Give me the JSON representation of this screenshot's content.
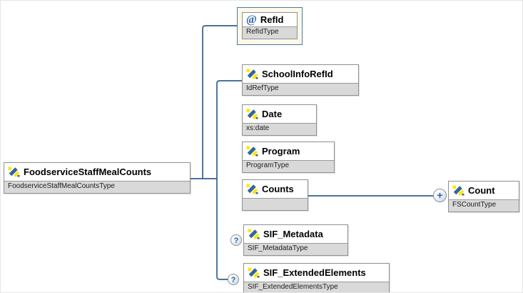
{
  "diagram": {
    "root": {
      "name": "FoodserviceStaffMealCounts",
      "type": "FoodserviceStaffMealCountsType"
    },
    "attribute": {
      "name": "RefId",
      "type": "RefIdType",
      "marker": "@"
    },
    "children": [
      {
        "name": "SchoolInfoRefId",
        "type": "IdRefType"
      },
      {
        "name": "Date",
        "type": "xs:date"
      },
      {
        "name": "Program",
        "type": "ProgramType"
      },
      {
        "name": "Counts",
        "type": ""
      },
      {
        "name": "SIF_Metadata",
        "type": "SIF_MetadataType"
      },
      {
        "name": "SIF_ExtendedElements",
        "type": "SIF_ExtendedElementsType"
      }
    ],
    "counts_child": {
      "name": "Count",
      "type": "FSCountType"
    },
    "badges": {
      "optional": "?",
      "expand": "+"
    },
    "colors": {
      "connector": "#31618f",
      "box_border": "#8f8f8f",
      "subtitle_bg": "#d9d9d9",
      "selected_border": "#4a79a8",
      "selected_bg": "#fdf9e9",
      "icon_blue": "#336699",
      "icon_yellow": "#ffe600",
      "attribute_blue": "#2d64a8"
    }
  }
}
